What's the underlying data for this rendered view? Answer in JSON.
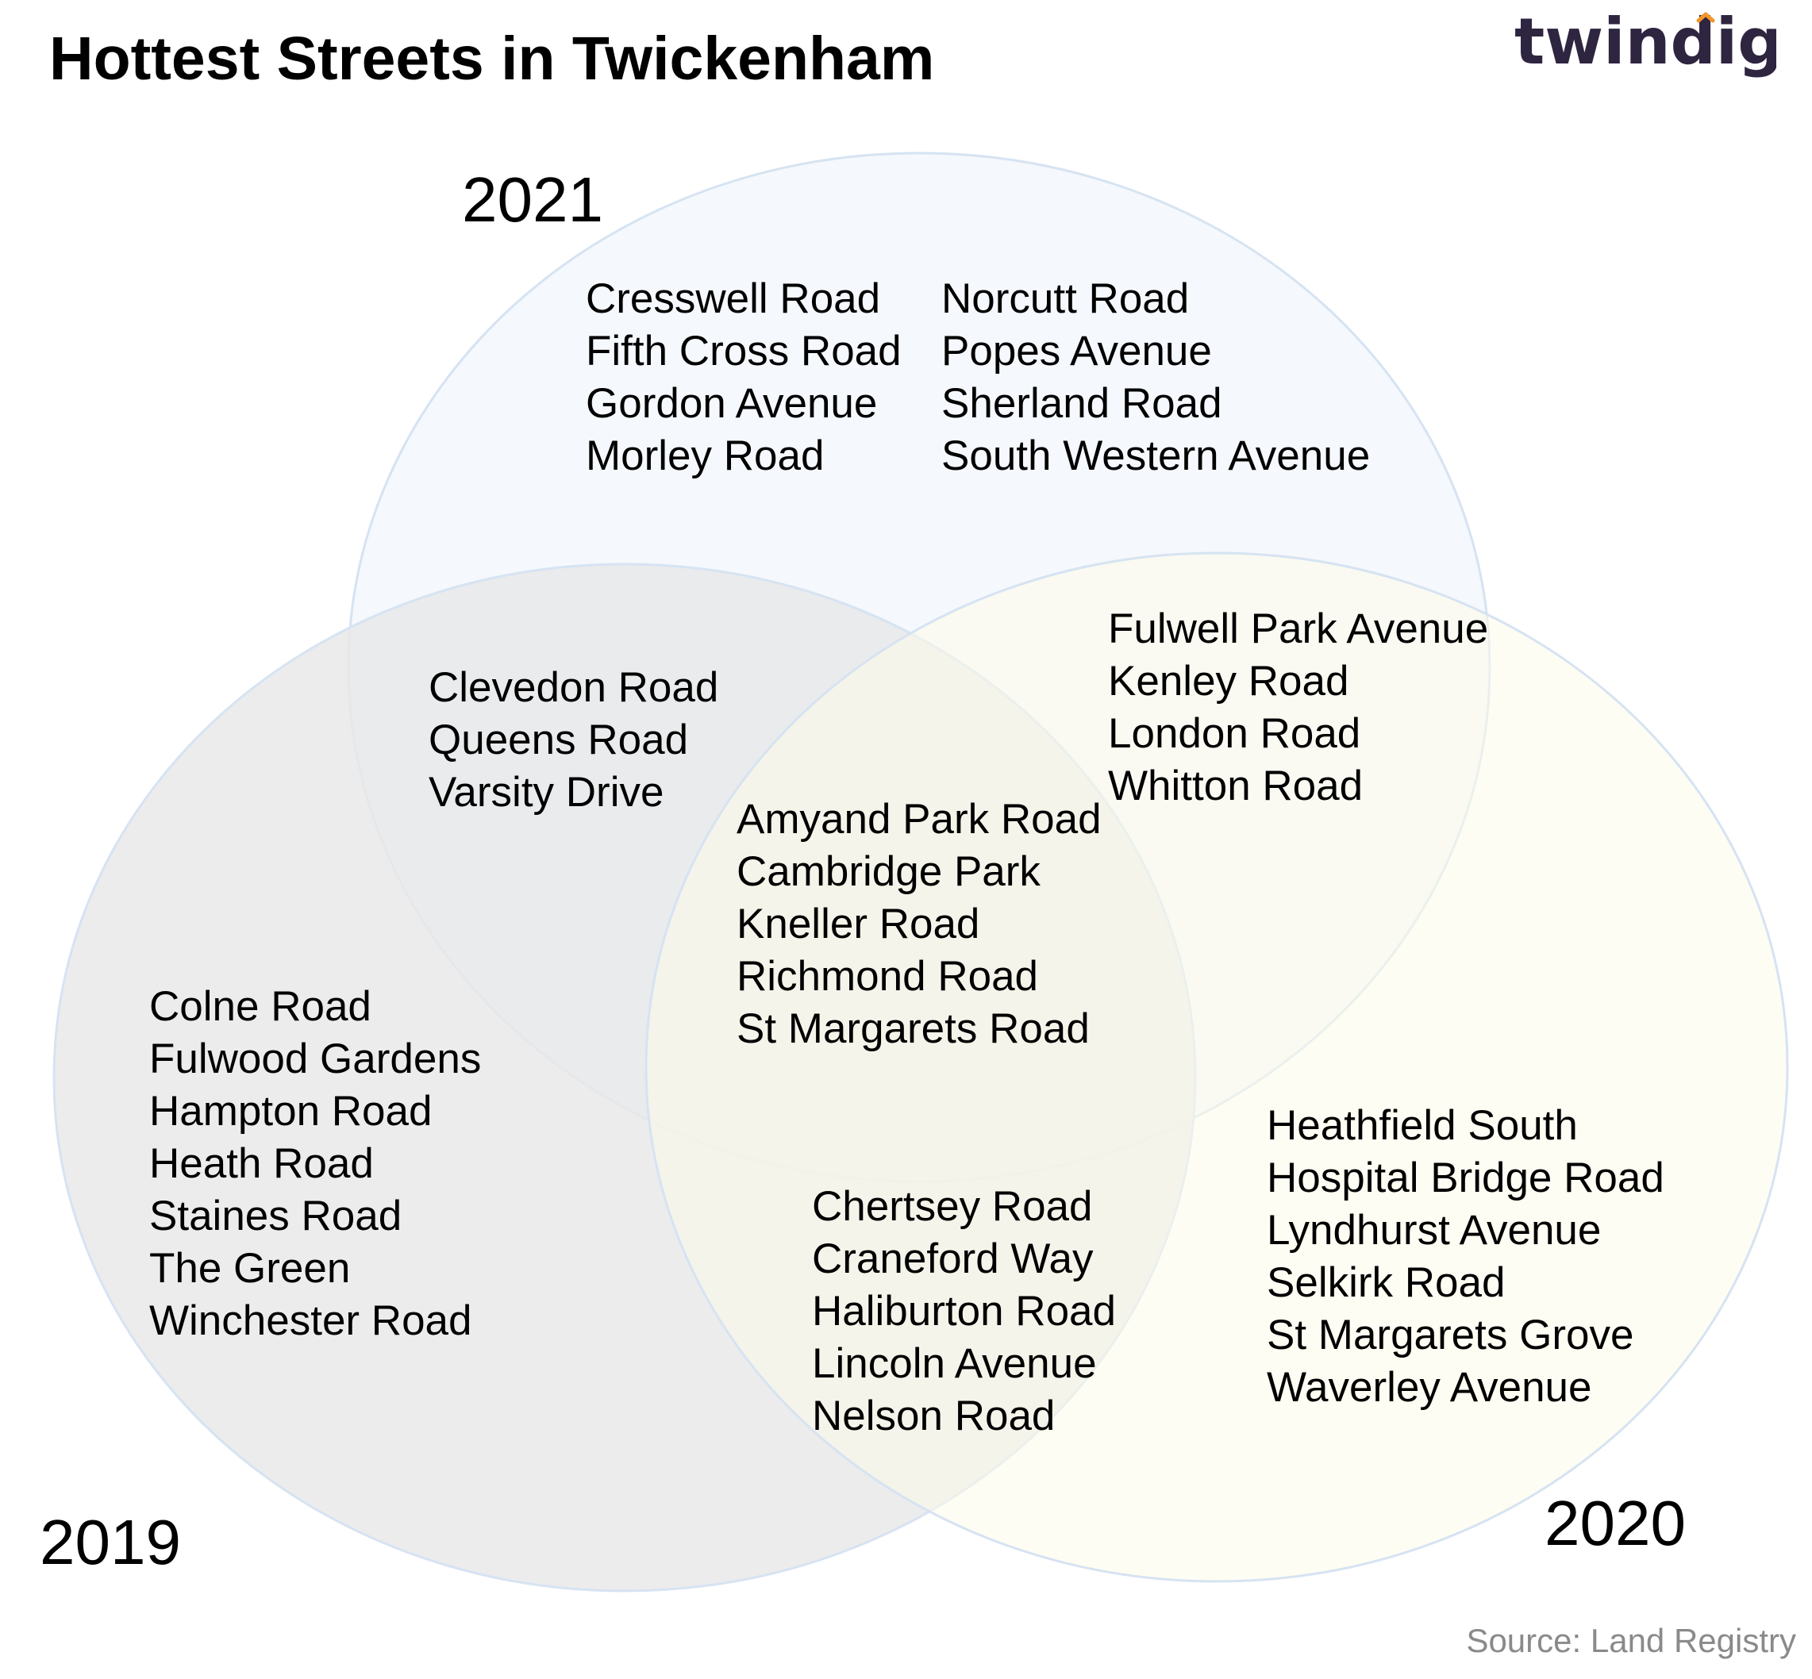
{
  "title": "Hottest Streets in Twickenham",
  "logo": {
    "text": "twindig",
    "text_color": "#2e2540",
    "accent_color": "#f0962a"
  },
  "source": "Source: Land Registry",
  "colors": {
    "circle_2021": "#f5f8fc",
    "circle_2019": "#e8e8e8",
    "circle_2020": "#fdfbea",
    "outline": "#d6e3f2"
  },
  "sets": {
    "y2021": {
      "label": "2021"
    },
    "y2019": {
      "label": "2019"
    },
    "y2020": {
      "label": "2020"
    }
  },
  "regions": {
    "only_2021_col1": [
      "Cresswell Road",
      "Fifth Cross Road",
      "Gordon Avenue",
      "Morley Road"
    ],
    "only_2021_col2": [
      "Norcutt Road",
      "Popes Avenue",
      "Sherland Road",
      "South Western Avenue"
    ],
    "y2021_y2019": [
      "Clevedon Road",
      "Queens Road",
      "Varsity Drive"
    ],
    "y2021_y2020": [
      "Fulwell Park Avenue",
      "Kenley Road",
      "London Road",
      "Whitton Road"
    ],
    "all_three": [
      "Amyand Park Road",
      "Cambridge Park",
      "Kneller Road",
      "Richmond Road",
      "St Margarets Road"
    ],
    "only_2019": [
      "Colne Road",
      "Fulwood Gardens",
      "Hampton Road",
      "Heath Road",
      "Staines Road",
      "The Green",
      "Winchester Road"
    ],
    "y2019_y2020": [
      "Chertsey Road",
      "Craneford Way",
      "Haliburton Road",
      "Lincoln Avenue",
      "Nelson Road"
    ],
    "only_2020": [
      "Heathfield South",
      "Hospital Bridge Road",
      "Lyndhurst Avenue",
      "Selkirk Road",
      "St Margarets Grove",
      "Waverley Avenue"
    ]
  }
}
